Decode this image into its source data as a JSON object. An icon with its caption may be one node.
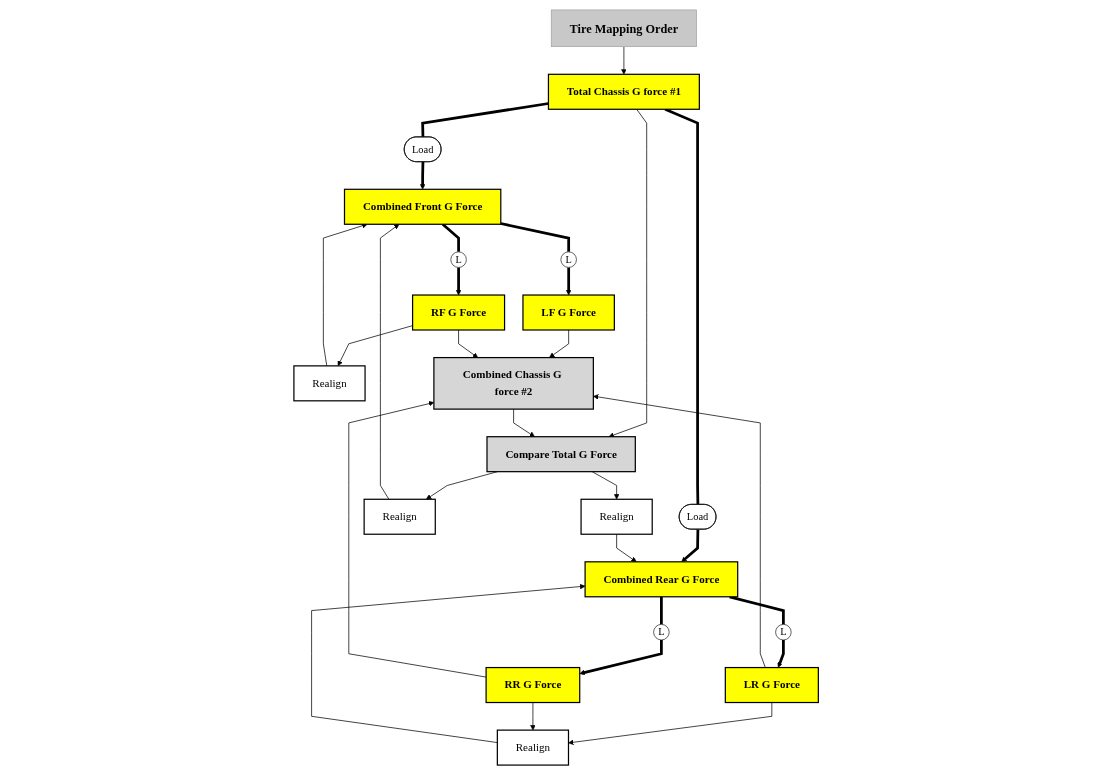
{
  "diagram": {
    "nodes": [
      {
        "text": [
          "Tire Mapping Order"
        ]
      },
      {
        "text": [
          "Total Chassis G force #1"
        ]
      },
      {
        "text": [
          "Load"
        ]
      },
      {
        "text": [
          "Load"
        ]
      },
      {
        "text": [
          "Combined Front G Force"
        ]
      },
      {
        "text": [
          "Combined Rear G Force"
        ]
      },
      {
        "text": [
          "L"
        ]
      },
      {
        "text": [
          "L"
        ]
      },
      {
        "text": [
          "Realign"
        ]
      },
      {
        "text": [
          "Compare Total G Force"
        ]
      },
      {
        "text": [
          "Realign"
        ]
      },
      {
        "text": [
          "L"
        ]
      },
      {
        "text": [
          "L"
        ]
      },
      {
        "text": [
          "LF G Force"
        ]
      },
      {
        "text": [
          "RF G Force"
        ]
      },
      {
        "text": [
          "LR G Force"
        ]
      },
      {
        "text": [
          "RR G Force"
        ]
      },
      {
        "text": [
          "Realign"
        ]
      },
      {
        "text": [
          "Combined Chassis G force #2"
        ]
      },
      {
        "text": [
          "Realign"
        ]
      }
    ],
    "edges": [
      {
        "from": 0,
        "to": 1,
        "arrow": "to"
      },
      {
        "from": 1,
        "to": 2,
        "arrow": "none",
        "style": "thick"
      },
      {
        "from": 2,
        "to": 4,
        "arrow": "to",
        "style": "thick"
      },
      {
        "from": 1,
        "to": 3,
        "arrow": "none",
        "style": "thick"
      },
      {
        "from": 3,
        "to": 5,
        "arrow": "to",
        "style": "thick"
      },
      {
        "from": 1,
        "to": 9,
        "arrow": "to"
      },
      {
        "from": 4,
        "to": 6,
        "arrow": "none",
        "style": "thick"
      },
      {
        "from": 4,
        "to": 7,
        "arrow": "none",
        "style": "thick"
      },
      {
        "from": 9,
        "to": 8,
        "arrow": "to"
      },
      {
        "from": 8,
        "to": 4,
        "arrow": "to"
      },
      {
        "from": 9,
        "to": 10,
        "arrow": "to"
      },
      {
        "from": 10,
        "to": 5,
        "arrow": "to"
      },
      {
        "from": 5,
        "to": 11,
        "arrow": "none",
        "style": "thick"
      },
      {
        "from": 5,
        "to": 12,
        "arrow": "none",
        "style": "thick"
      },
      {
        "from": 6,
        "to": 13,
        "arrow": "to",
        "style": "thick"
      },
      {
        "from": 7,
        "to": 14,
        "arrow": "to",
        "style": "thick"
      },
      {
        "from": 11,
        "to": 15,
        "arrow": "to",
        "style": "thick"
      },
      {
        "from": 12,
        "to": 16,
        "arrow": "to",
        "style": "thick"
      },
      {
        "from": 13,
        "to": 18,
        "arrow": "to"
      },
      {
        "from": 14,
        "to": 18,
        "arrow": "to"
      },
      {
        "from": 15,
        "to": 18,
        "arrow": "to"
      },
      {
        "from": 16,
        "to": 18,
        "arrow": "to"
      },
      {
        "from": 18,
        "to": 9,
        "arrow": "to"
      },
      {
        "from": 14,
        "to": 17,
        "arrow": "to"
      },
      {
        "from": 17,
        "to": 4,
        "arrow": "to"
      },
      {
        "from": 15,
        "to": 19,
        "arrow": "to"
      },
      {
        "from": 16,
        "to": 19,
        "arrow": "to"
      },
      {
        "from": 19,
        "to": 5,
        "arrow": "to"
      }
    ]
  }
}
